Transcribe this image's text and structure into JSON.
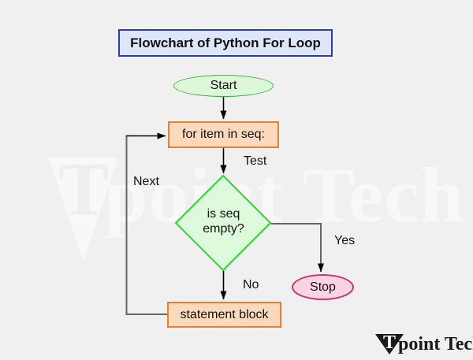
{
  "title_box": {
    "label": "Flowchart of Python For Loop"
  },
  "nodes": {
    "start": {
      "label": "Start",
      "type": "terminator"
    },
    "for_loop": {
      "label": "for item in seq:",
      "type": "process"
    },
    "decision": {
      "label": "is seq empty?",
      "line1": "is seq",
      "line2": "empty?",
      "type": "decision"
    },
    "stop": {
      "label": "Stop",
      "type": "terminator"
    },
    "statement": {
      "label": "statement block",
      "type": "process"
    }
  },
  "edge_labels": {
    "test": "Test",
    "yes": "Yes",
    "no": "No",
    "next": "Next"
  },
  "watermark": {
    "t": "T",
    "text": "point Tech"
  },
  "logo": {
    "t": "T",
    "text": "point Tech"
  },
  "colors": {
    "background": "#f0f0f0",
    "title_fill": "#dde6fa",
    "title_border": "#2e3cae",
    "terminator_fill": "#ddf8d8",
    "terminator_border": "#3aae3a",
    "process_fill": "#fcd9bd",
    "process_border": "#e8802d",
    "decision_fill": "#ddfbdc",
    "decision_border": "#2ed32e",
    "stop_fill": "#fbd3e2",
    "stop_border": "#c53570",
    "connector_black": "#000000",
    "connector_gray": "#666666"
  }
}
